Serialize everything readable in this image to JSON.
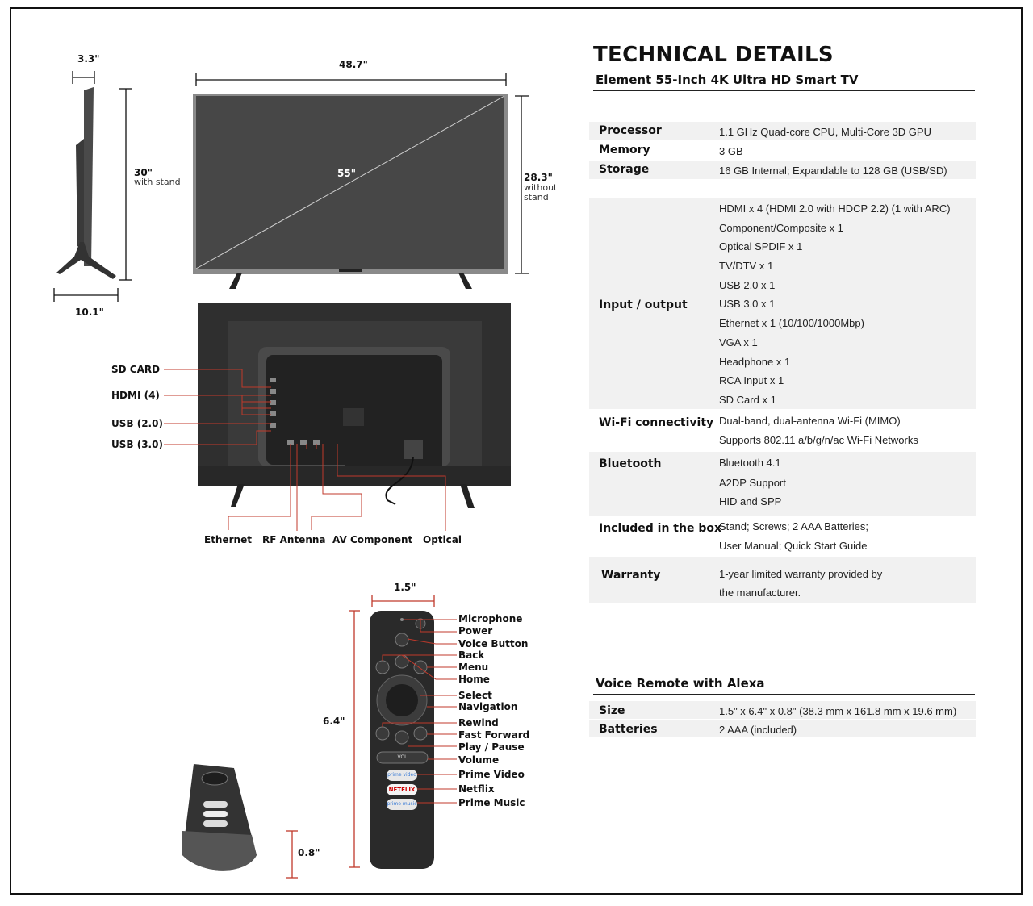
{
  "diagram": {
    "side_depth": "3.3\"",
    "width": "48.7\"",
    "height_with_stand": "30\"",
    "height_with_stand_note": "with stand",
    "diagonal": "55\"",
    "height_without_stand": "28.3\"",
    "height_without_stand_note_1": "without",
    "height_without_stand_note_2": "stand",
    "stand_depth": "10.1\""
  },
  "ports_left": [
    "SD CARD",
    "HDMI (4)",
    "USB (2.0)",
    "USB (3.0)"
  ],
  "ports_bottom": [
    "Ethernet",
    "RF Antenna",
    "AV Component",
    "Optical"
  ],
  "remote": {
    "width": "1.5\"",
    "height": "6.4\"",
    "depth": "0.8\"",
    "labels": [
      "Microphone",
      "Power",
      "Voice Button",
      "Back",
      "Menu",
      "Home",
      "Select",
      "Navigation",
      "Rewind",
      "Fast Forward",
      "Play / Pause",
      "Volume",
      "Prime Video",
      "Netflix",
      "Prime Music"
    ],
    "btn_vol": "VOL",
    "btn_prime_video": "prime video",
    "btn_netflix": "NETFLIX",
    "btn_prime_music": "prime music"
  },
  "tech": {
    "title": "TECHNICAL DETAILS",
    "subtitle": "Element 55-Inch 4K Ultra HD Smart TV",
    "processor_key": "Processor",
    "processor_val": "1.1 GHz Quad-core CPU, Multi-Core 3D GPU",
    "memory_key": "Memory",
    "memory_val": "3 GB",
    "storage_key": "Storage",
    "storage_val": "16 GB Internal; Expandable to 128 GB (USB/SD)",
    "io_key": "Input / output",
    "io_vals": [
      "HDMI x 4 (HDMI 2.0 with HDCP 2.2) (1 with ARC)",
      "Component/Composite x 1",
      "Optical SPDIF x 1",
      "TV/DTV x 1",
      "USB 2.0 x 1",
      "USB 3.0 x 1",
      "Ethernet x 1 (10/100/1000Mbp)",
      "VGA x 1",
      "Headphone x 1",
      "RCA Input x 1",
      "SD Card x 1"
    ],
    "wifi_key": "Wi-Fi connectivity",
    "wifi_vals": [
      "Dual-band, dual-antenna Wi-Fi (MIMO)",
      "Supports 802.11 a/b/g/n/ac Wi-Fi Networks"
    ],
    "bt_key": "Bluetooth",
    "bt_vals": [
      "Bluetooth 4.1",
      "A2DP Support",
      "HID and SPP"
    ],
    "box_key": "Included in the box",
    "box_vals": [
      "Stand; Screws; 2 AAA Batteries;",
      "User Manual; Quick Start Guide"
    ],
    "warranty_key": "Warranty",
    "warranty_vals": [
      "1-year limited warranty provided by",
      "the manufacturer."
    ]
  },
  "voice": {
    "title": "Voice Remote with Alexa",
    "size_key": "Size",
    "size_val": "1.5\" x 6.4\" x 0.8\" (38.3 mm x 161.8 mm x 19.6 mm)",
    "batt_key": "Batteries",
    "batt_val": "2 AAA (included)"
  }
}
